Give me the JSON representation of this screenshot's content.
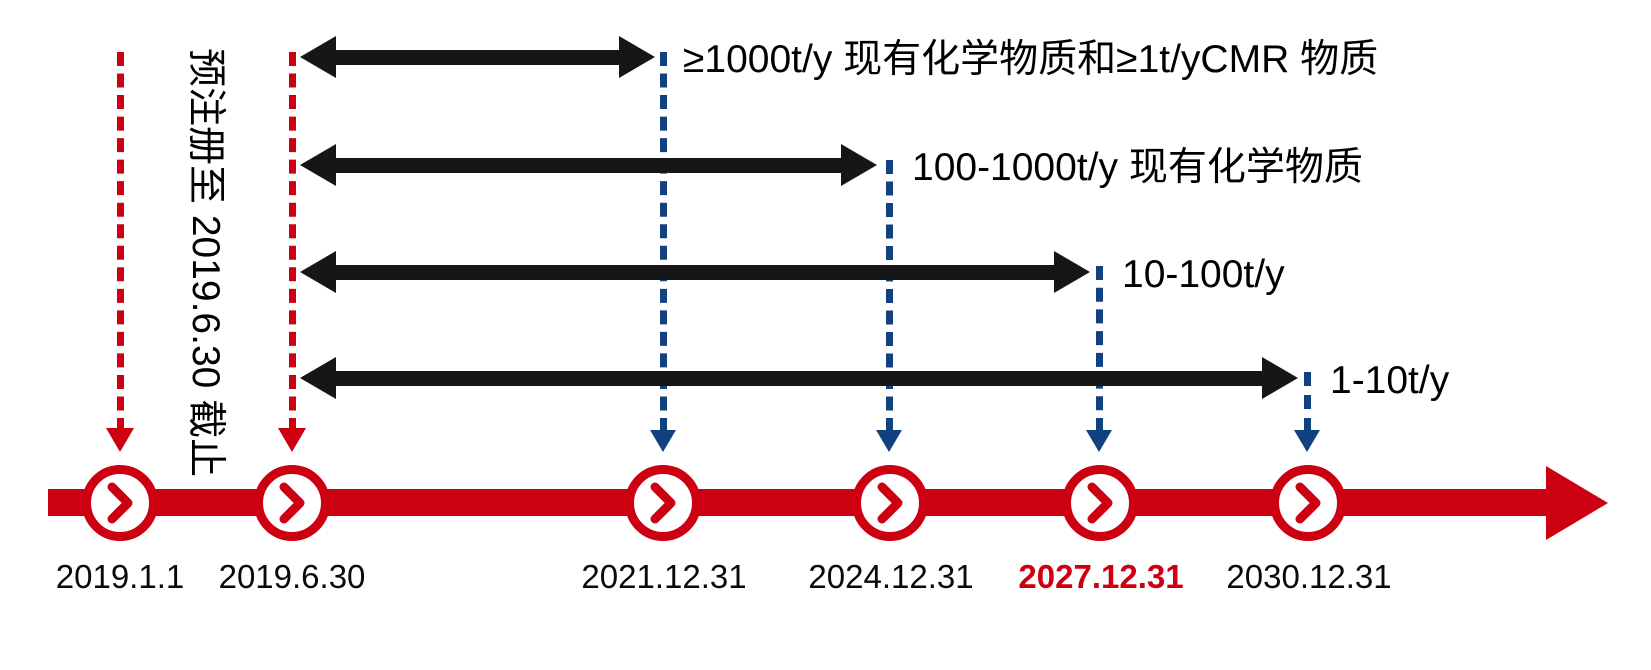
{
  "diagram": {
    "title": "China REACH (MEE Order No.12) registration timeline",
    "colors": {
      "timeline_red": "#CC0011",
      "guide_blue": "#11417E",
      "arrow_black": "#161616",
      "highlight_red": "#CC0011"
    },
    "pre_registration_note": "预注册至 2019.6.30 截止",
    "milestones": [
      {
        "id": "m1",
        "date": "2019.1.1",
        "highlight": false,
        "marker": "chevron-circle"
      },
      {
        "id": "m2",
        "date": "2019.6.30",
        "highlight": false,
        "marker": "chevron-circle"
      },
      {
        "id": "m3",
        "date": "2021.12.31",
        "highlight": false,
        "marker": "chevron-circle"
      },
      {
        "id": "m4",
        "date": "2024.12.31",
        "highlight": false,
        "marker": "chevron-circle"
      },
      {
        "id": "m5",
        "date": "2027.12.31",
        "highlight": true,
        "marker": "chevron-circle"
      },
      {
        "id": "m6",
        "date": "2030.12.31",
        "highlight": false,
        "marker": "chevron-circle"
      }
    ],
    "ranges": [
      {
        "id": "r1",
        "label": "≥1000t/y 现有化学物质和≥1t/yCMR 物质",
        "from": "2019.6.30",
        "to": "2021.12.31"
      },
      {
        "id": "r2",
        "label": "100-1000t/y 现有化学物质",
        "from": "2019.6.30",
        "to": "2024.12.31"
      },
      {
        "id": "r3",
        "label": "10-100t/y",
        "from": "2019.6.30",
        "to": "2027.12.31"
      },
      {
        "id": "r4",
        "label": "1-10t/y",
        "from": "2019.6.30",
        "to": "2030.12.31"
      }
    ]
  }
}
